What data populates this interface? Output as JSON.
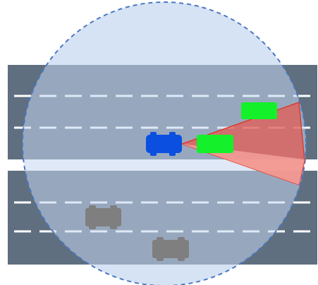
{
  "colors": {
    "background": "#ffffff",
    "road": "#5f6f80",
    "lane_dash": "#ffffff",
    "median": "#ffffff",
    "range_circle_fill": "#c5d7f0",
    "range_circle_stroke": "#4a78c2",
    "ego_vehicle": "#0a4fe0",
    "detected_vehicle": "#14f02a",
    "other_vehicle": "#7f7f7f",
    "sensor_cone_fill": "#e8584f",
    "sensor_cone_stroke": "#e03020"
  },
  "icons": {
    "ego_vehicle": "car-top-view-icon",
    "detected_vehicle": "car-top-view-icon",
    "other_vehicle": "car-top-view-icon"
  },
  "scene": {
    "carriageways": 2,
    "lanes_per_carriageway": 3,
    "detected_vehicles": 2,
    "other_vehicles": 2
  }
}
